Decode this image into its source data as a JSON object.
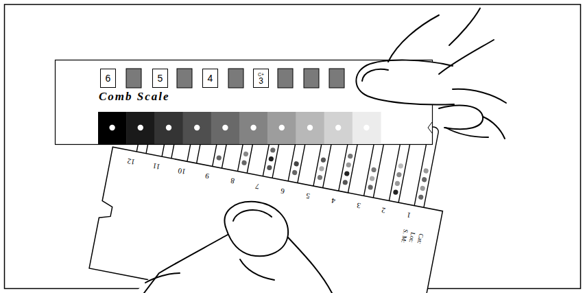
{
  "diagram": {
    "nodes": [
      {
        "text": [
          "Comb Scale"
        ]
      },
      {
        "text": [
          "6"
        ],
        "in": 0
      },
      {
        "text": [
          "5"
        ],
        "in": 0
      },
      {
        "text": [
          "4"
        ],
        "in": 0
      },
      {
        "text": [
          "C+",
          "3"
        ],
        "in": 0
      }
    ],
    "labels": [
      "12",
      "11",
      "10",
      "9",
      "8",
      "7",
      "6",
      "5",
      "4",
      "3",
      "2",
      "1",
      "Cat:",
      "Lot:",
      "S. M:"
    ]
  }
}
